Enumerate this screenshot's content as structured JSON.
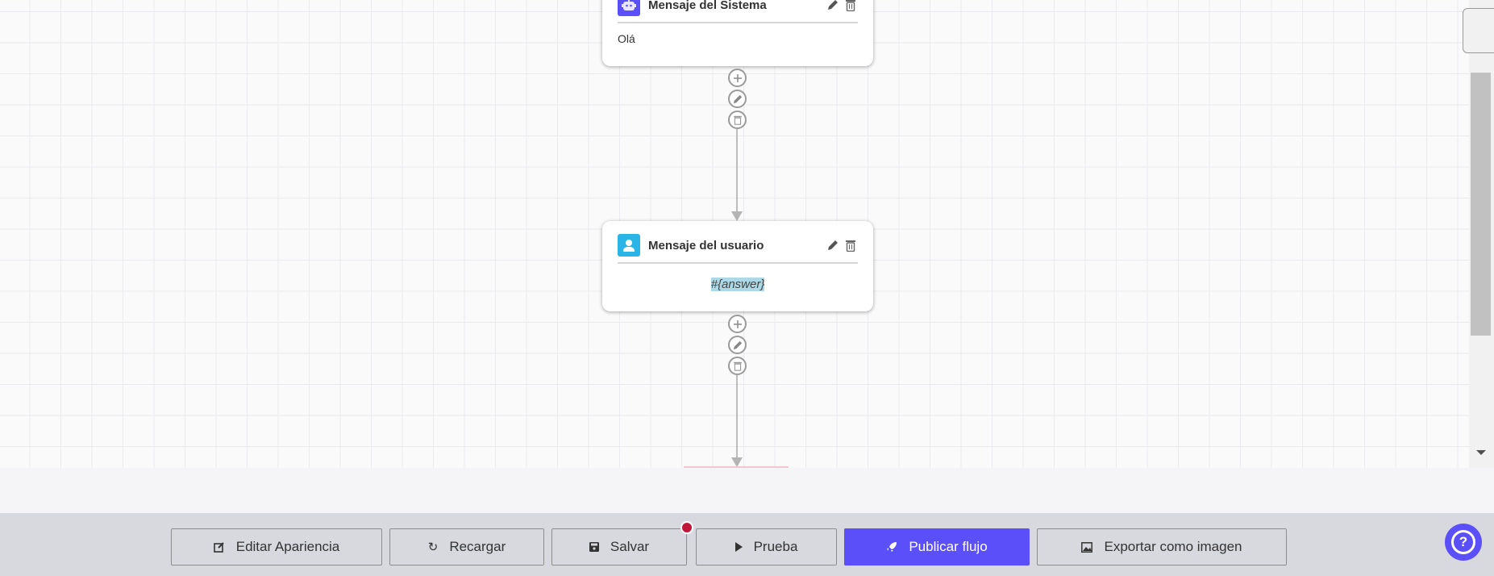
{
  "nodes": [
    {
      "title": "Mensaje del Sistema",
      "icon": "robot-icon",
      "icon_color": "#5b4ff9",
      "content": "Olá"
    },
    {
      "title": "Mensaje del usuario",
      "icon": "user-icon",
      "icon_color": "#2bb5e6",
      "content": "#{answer}"
    }
  ],
  "toolbar": {
    "edit_appearance": "Editar Apariencia",
    "reload": "Recargar",
    "save": "Salvar",
    "test": "Prueba",
    "publish": "Publicar flujo",
    "export": "Exportar como imagen"
  },
  "colors": {
    "accent": "#5b4ff9",
    "unsaved_dot": "#c0173a",
    "highlight": "#add8e6"
  }
}
